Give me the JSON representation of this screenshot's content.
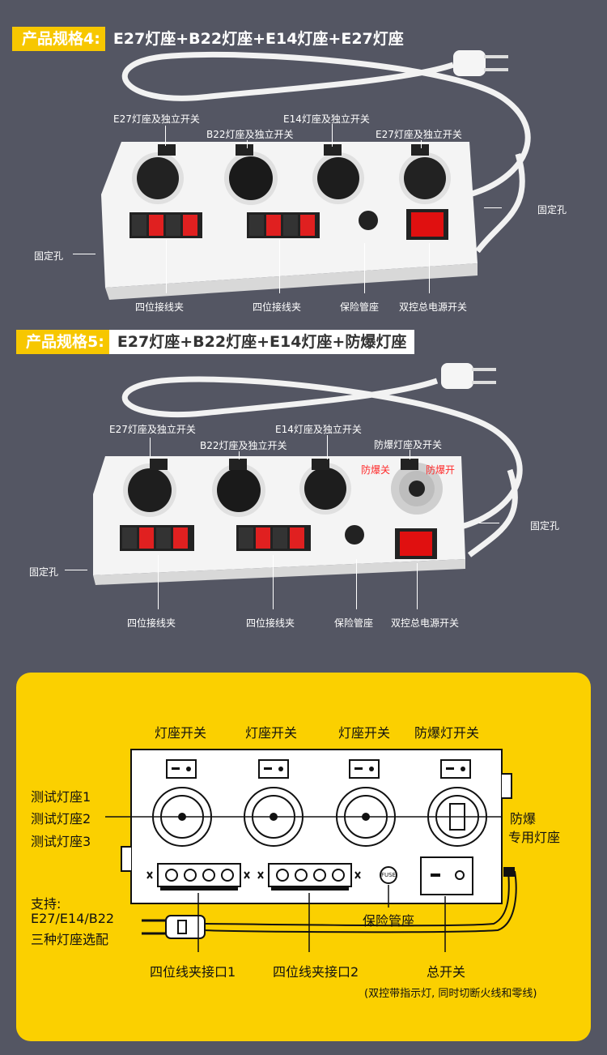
{
  "spec4": {
    "tag": "产品规格4:",
    "title": "E27灯座+B22灯座+E14灯座+E27灯座",
    "labels": {
      "e27_left": "E27灯座及独立开关",
      "b22": "B22灯座及独立开关",
      "e14": "E14灯座及独立开关",
      "e27_right": "E27灯座及独立开关",
      "fix_right": "固定孔",
      "fix_left": "固定孔",
      "terminal1": "四位接线夹",
      "terminal2": "四位接线夹",
      "fuse": "保险管座",
      "power": "双控总电源开关"
    }
  },
  "spec5": {
    "tag": "产品规格5:",
    "title": "E27灯座+B22灯座+E14灯座+防爆灯座",
    "labels": {
      "e27": "E27灯座及独立开关",
      "b22": "B22灯座及独立开关",
      "e14": "E14灯座及独立开关",
      "explosion": "防爆灯座及开关",
      "explosion_off": "防爆关",
      "explosion_on": "防爆开",
      "fix_right": "固定孔",
      "fix_left": "固定孔",
      "terminal1": "四位接线夹",
      "terminal2": "四位接线夹",
      "fuse": "保险管座",
      "power": "双控总电源开关"
    }
  },
  "diagram": {
    "switch_labels": [
      "灯座开关",
      "灯座开关",
      "灯座开关",
      "防爆灯开关"
    ],
    "test_socket_1": "测试灯座1",
    "test_socket_2": "测试灯座2",
    "test_socket_3": "测试灯座3",
    "explosion_line1": "防爆",
    "explosion_line2": "专用灯座",
    "support_line1": "支持:",
    "support_line2": "E27/E14/B22",
    "support_line3": "三种灯座选配",
    "fuse_label": "保险管座",
    "fuse_text": "FUSE",
    "terminal1": "四位线夹接口1",
    "terminal2": "四位线夹接口2",
    "main_switch": "总开关",
    "note": "(双控带指示灯, 同时切断火线和零线)"
  },
  "colors": {
    "background": "#545663",
    "accent_yellow": "#fbd000",
    "tag_yellow": "#f7c700",
    "red": "#ff2a2a"
  }
}
